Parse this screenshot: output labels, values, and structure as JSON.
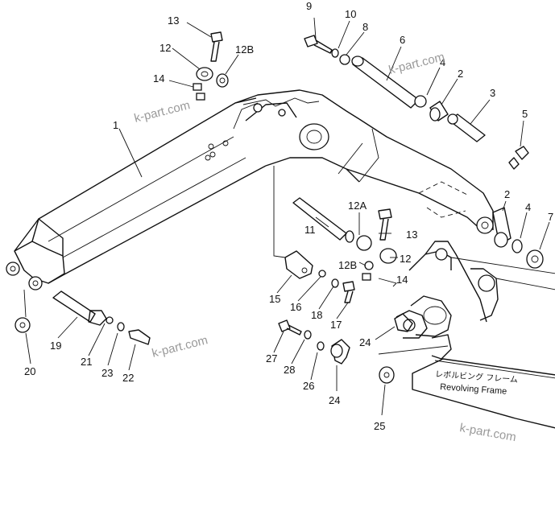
{
  "diagram": {
    "callouts": [
      "13",
      "12",
      "12B",
      "14",
      "1",
      "9",
      "10",
      "8",
      "6",
      "4",
      "2",
      "3",
      "5",
      "2",
      "4",
      "7",
      "12A",
      "13",
      "11",
      "12",
      "12B",
      "14",
      "15",
      "16",
      "18",
      "17",
      "19",
      "21",
      "23",
      "22",
      "20",
      "27",
      "28",
      "26",
      "24",
      "24",
      "25"
    ],
    "frame_label_jp": "レボルビング フレーム",
    "frame_label_en": "Revolving Frame",
    "watermarks": [
      "k-part.com",
      "k-part.com",
      "k-part.com",
      "k-part.com"
    ]
  }
}
